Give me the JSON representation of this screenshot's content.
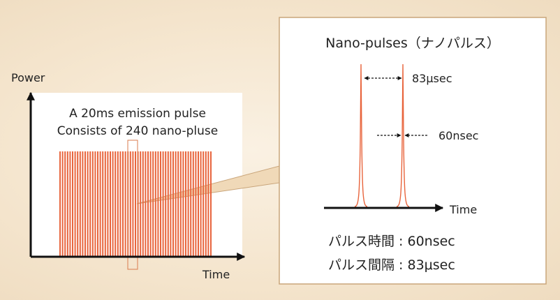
{
  "left_chart": {
    "y_axis_label": "Power",
    "x_axis_label": "Time",
    "caption_line1": "A 20ms emission pulse",
    "caption_line2": "Consists of 240 nano-pluse"
  },
  "zoom_panel": {
    "title": "Nano-pulses（ナノパルス）",
    "interval_label": "83μsec",
    "width_label": "60nsec",
    "x_axis_label": "Time",
    "pulse_time_line": "パルス時間 : 60nsec",
    "pulse_interval_line": "パルス間隔 : 83μsec"
  },
  "colors": {
    "pulse": "#e8643c",
    "axis": "#111111",
    "panel_border": "#c9a57a",
    "zoom_wedge": "#f0d9b8"
  }
}
